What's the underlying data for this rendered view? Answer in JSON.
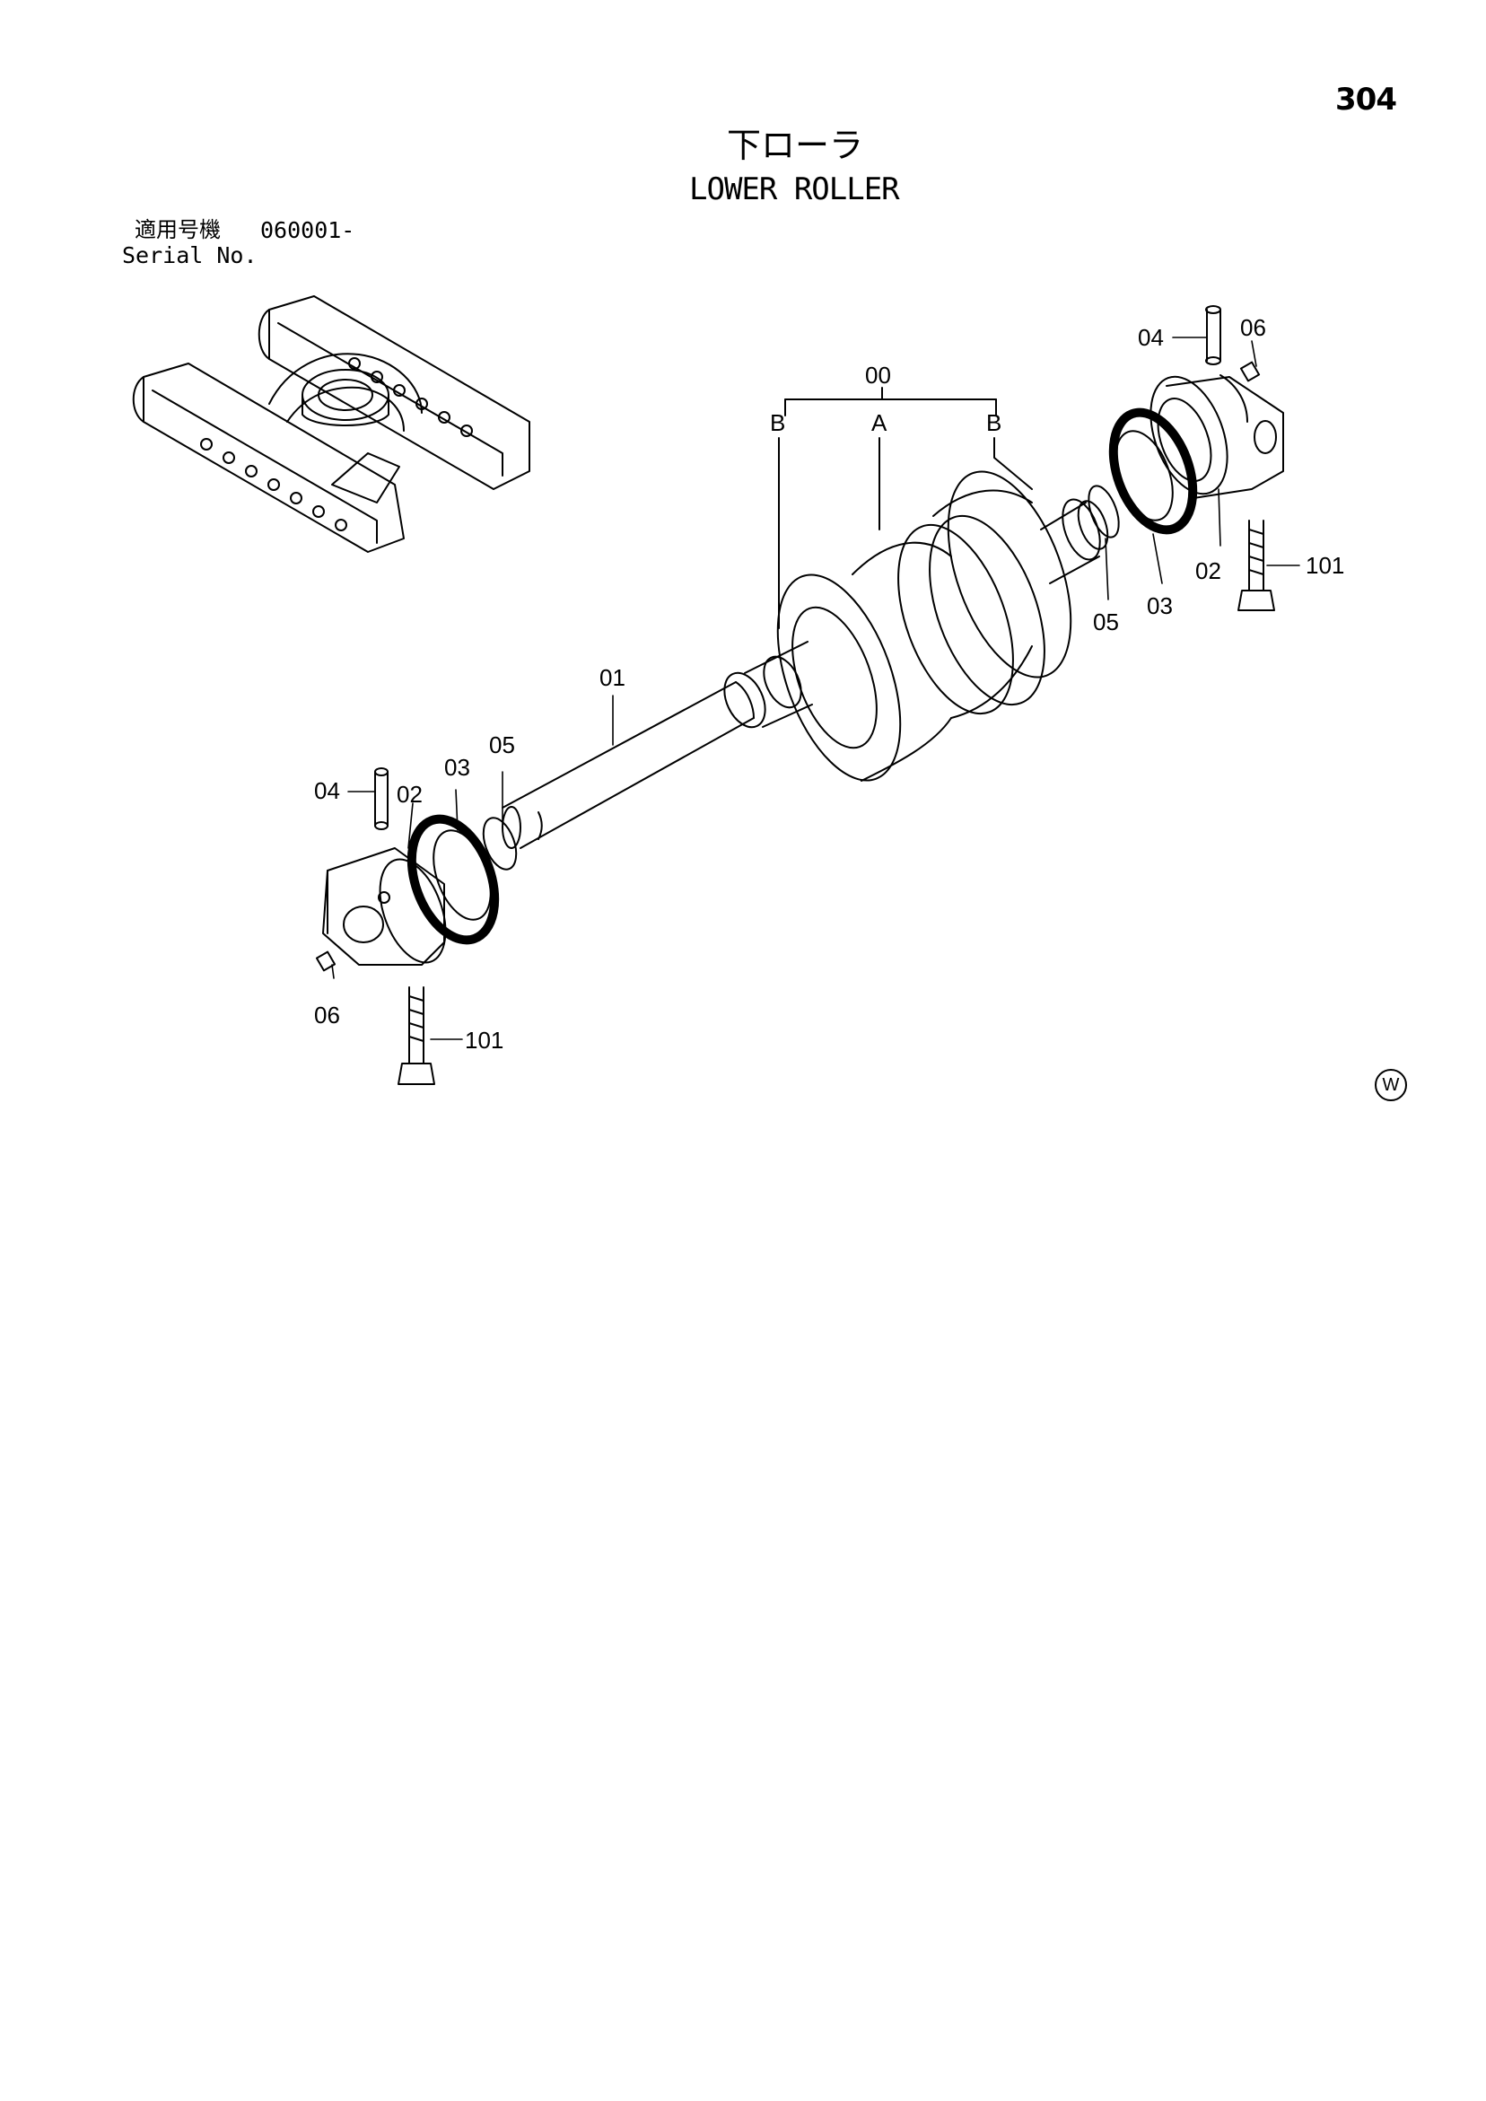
{
  "header": {
    "page_number": "304",
    "title_jp": "下ローラ",
    "title_en": "LOWER ROLLER"
  },
  "applicability": {
    "label_jp": "適用号機",
    "serial_value": "060001-",
    "label_en": "Serial No."
  },
  "callouts": {
    "assembly_00": "00",
    "sub_b_left": "B",
    "sub_a": "A",
    "sub_b_right": "B",
    "shaft_01": "01",
    "pin_04_right": "04",
    "plug_06_right": "06",
    "collar_02_right": "02",
    "seal_03_right": "03",
    "oring_05_right": "05",
    "bolt_101_right": "101",
    "pin_04_left": "04",
    "collar_02_left": "02",
    "seal_03_left": "03",
    "oring_05_left": "05",
    "plug_06_left": "06",
    "bolt_101_left": "101"
  },
  "footer": {
    "copyright_mark": "W"
  }
}
